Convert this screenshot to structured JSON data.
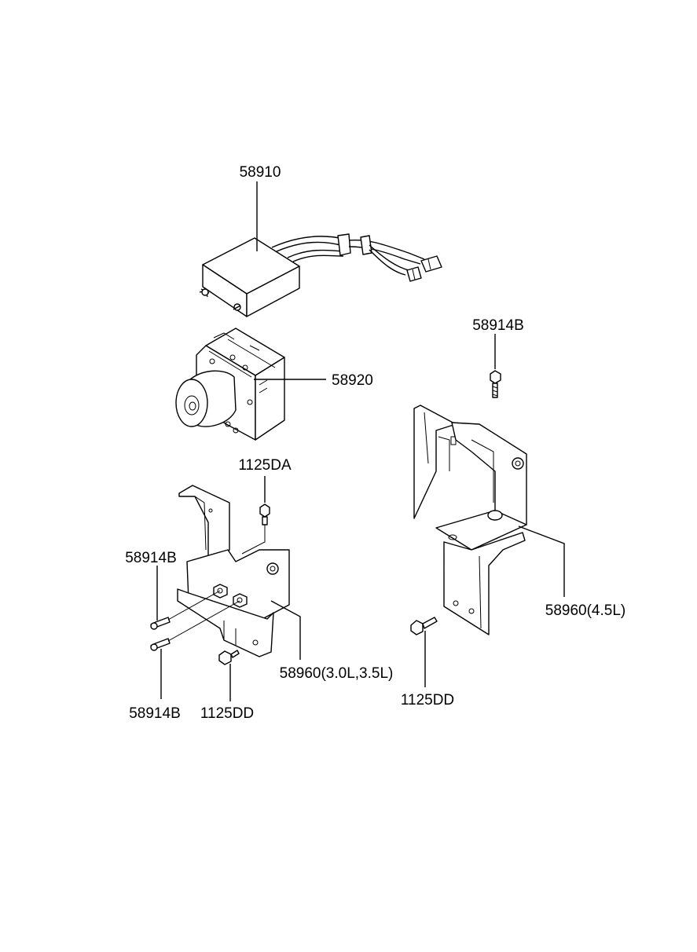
{
  "labels": {
    "hcu_harness": "58910",
    "abs_modulator": "58920",
    "bolt_top_right": "58914B",
    "bolt_mid_left": "1125DA",
    "bolt_left_upper": "58914B",
    "bolt_left_lower": "58914B",
    "bolt_left_bottom": "1125DD",
    "bracket_small": "58960(3.0L,3.5L)",
    "bracket_large": "58960(4.5L)",
    "bolt_right_bottom": "1125DD"
  }
}
